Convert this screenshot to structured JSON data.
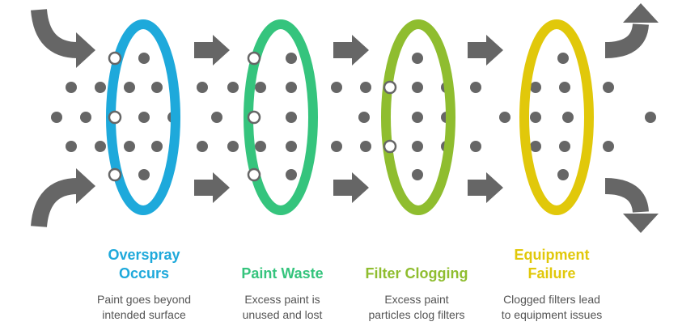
{
  "colors": {
    "arrow": "#666666",
    "dot": "#666666",
    "stage_1": "#1ea9db",
    "stage_2": "#35c47d",
    "stage_3": "#8fbd2f",
    "stage_4": "#e1c80a",
    "description": "#555555"
  },
  "icons": {
    "flow_arrow": "arrow-right-icon",
    "curved_in_top": "curved-arrow-down-right-icon",
    "curved_in_bottom": "curved-arrow-up-right-icon",
    "curved_out_top": "curved-arrow-up-icon",
    "curved_out_bottom": "curved-arrow-down-icon",
    "particle": "particle-dot-icon",
    "filter": "filter-ring-icon"
  },
  "stages": [
    {
      "title_line1": "Overspray",
      "title_line2": "Occurs",
      "desc_line1": "Paint goes beyond",
      "desc_line2": "intended surface"
    },
    {
      "title_line1": "Paint Waste",
      "title_line2": "",
      "desc_line1": "Excess paint is",
      "desc_line2": "unused and lost"
    },
    {
      "title_line1": "Filter Clogging",
      "title_line2": "",
      "desc_line1": "Excess paint",
      "desc_line2": "particles clog filters"
    },
    {
      "title_line1": "Equipment",
      "title_line2": "Failure",
      "desc_line1": "Clogged filters lead",
      "desc_line2": "to equipment issues"
    }
  ]
}
